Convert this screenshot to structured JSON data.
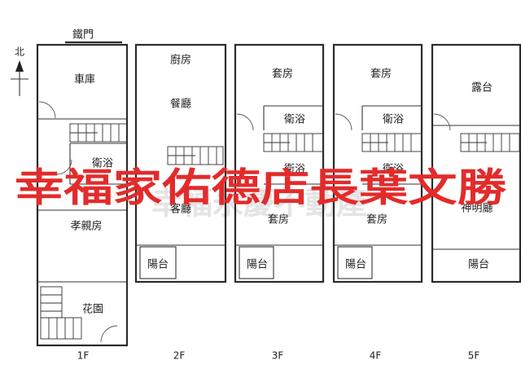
{
  "compass": {
    "label": "北"
  },
  "floors": [
    {
      "id": "1f",
      "label": "1F",
      "rooms": [
        {
          "key": "gate",
          "label": "鐵門"
        },
        {
          "key": "garage",
          "label": "車庫"
        },
        {
          "key": "bath",
          "label": "衛浴"
        },
        {
          "key": "elder",
          "label": "孝親房"
        },
        {
          "key": "garden",
          "label": "花園"
        }
      ]
    },
    {
      "id": "2f",
      "label": "2F",
      "rooms": [
        {
          "key": "kitchen",
          "label": "廚房"
        },
        {
          "key": "dining",
          "label": "餐廳"
        },
        {
          "key": "living",
          "label": "客廳"
        },
        {
          "key": "balcony",
          "label": "陽台"
        }
      ]
    },
    {
      "id": "3f",
      "label": "3F",
      "rooms": [
        {
          "key": "suite1",
          "label": "套房"
        },
        {
          "key": "bath1",
          "label": "衛浴"
        },
        {
          "key": "bath2",
          "label": "衛浴"
        },
        {
          "key": "suite2",
          "label": "套房"
        },
        {
          "key": "balcony",
          "label": "陽台"
        }
      ]
    },
    {
      "id": "4f",
      "label": "4F",
      "rooms": [
        {
          "key": "suite1",
          "label": "套房"
        },
        {
          "key": "bath1",
          "label": "衛浴"
        },
        {
          "key": "bath2",
          "label": "衛浴"
        },
        {
          "key": "suite2",
          "label": "套房"
        },
        {
          "key": "balcony",
          "label": "陽台"
        }
      ]
    },
    {
      "id": "5f",
      "label": "5F",
      "rooms": [
        {
          "key": "terrace",
          "label": "露台"
        },
        {
          "key": "shrine",
          "label": "神明廳"
        },
        {
          "key": "balcony",
          "label": "陽台"
        }
      ]
    }
  ],
  "ghost_watermark": "幸福永慶不動產",
  "watermark": "幸福家佑德店長葉文勝",
  "colors": {
    "watermark": "#e32b2b",
    "walls": "#2b2b2b"
  }
}
